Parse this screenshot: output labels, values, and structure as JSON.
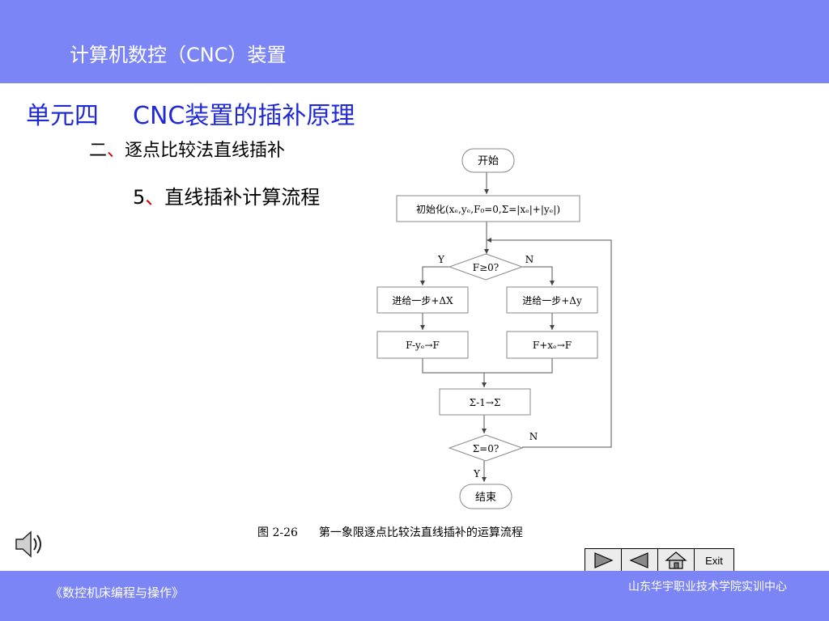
{
  "header": {
    "title": "计算机数控（CNC）装置"
  },
  "unit": {
    "prefix": "单元四",
    "name": "CNC装置的插补原理"
  },
  "section": {
    "num": "二",
    "sep": "、",
    "title": "逐点比较法直线插补"
  },
  "subsection": {
    "num": "5",
    "sep": "、",
    "title": "直线插补计算流程"
  },
  "flowchart": {
    "start": "开始",
    "init": "初始化(xₑ,yₑ,F₀=0,Σ=|xₑ|+|yₑ|)",
    "decision1": "F≥0?",
    "yes": "Y",
    "no": "N",
    "step_x": "进给一步+ΔX",
    "step_y": "进给一步+Δy",
    "update_left": "F-yₑ→F",
    "update_right": "F+xₑ→F",
    "decrement": "Σ-1→Σ",
    "decision2": "Σ=0?",
    "end": "结束"
  },
  "caption": {
    "fig": "图 2-26",
    "text": "第一象限逐点比较法直线插补的运算流程"
  },
  "nav": {
    "exit_label": "Exit"
  },
  "footer": {
    "left": "《数控机床编程与操作》",
    "right": "山东华宇职业技术学院实训中心"
  }
}
